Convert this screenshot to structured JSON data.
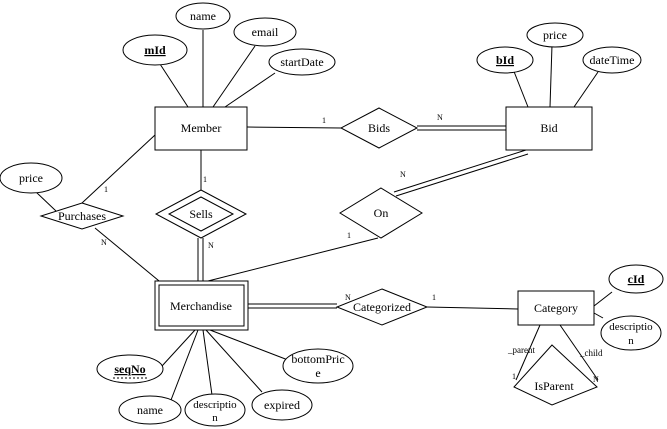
{
  "entities": {
    "member": "Member",
    "bid": "Bid",
    "merchandise": "Merchandise",
    "category": "Category"
  },
  "relationships": {
    "bids": "Bids",
    "purchases": "Purchases",
    "sells": "Sells",
    "on": "On",
    "categorized": "Categorized",
    "isparent": "IsParent"
  },
  "attributes": {
    "member_mid": "mId",
    "member_name": "name",
    "member_email": "email",
    "member_startdate": "startDate",
    "bid_bid": "bId",
    "bid_price": "price",
    "bid_datetime": "dateTime",
    "purchases_price": "price",
    "category_cid": "cId",
    "category_description_1": "descriptio",
    "category_description_2": "n",
    "merch_seqno": "seqNo",
    "merch_name": "name",
    "merch_description_1": "descriptio",
    "merch_description_2": "n",
    "merch_expired": "expired",
    "merch_bottomprice_1": "bottomPric",
    "merch_bottomprice_2": "e"
  },
  "cardinalities": {
    "member_bids": "1",
    "bids_bid": "N",
    "member_purchases": "1",
    "purchases_merch": "N",
    "member_sells": "1",
    "sells_merch": "N",
    "on_bid": "N",
    "on_merch": "1",
    "merch_categorized": "N",
    "categorized_category": "1",
    "isparent_parent": "1",
    "isparent_child": "N"
  },
  "roles": {
    "parent": "_parent",
    "child": "_child"
  }
}
